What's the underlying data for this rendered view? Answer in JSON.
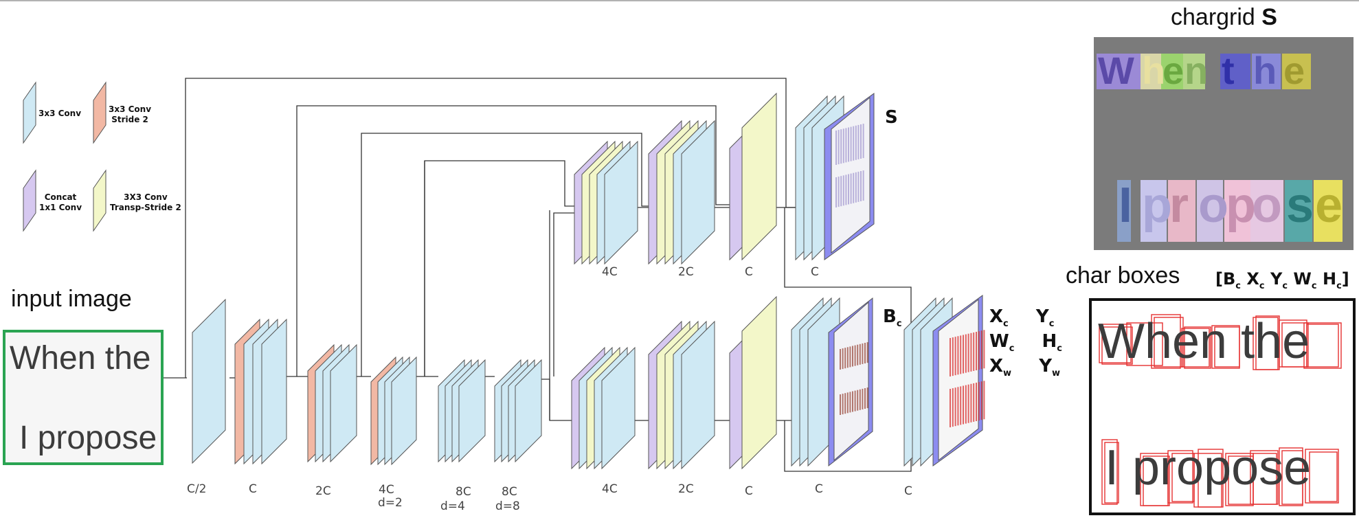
{
  "legend": {
    "conv3x3": "3x3 Conv",
    "conv_stride2": [
      "3x3 Conv",
      "Stride 2"
    ],
    "concat": [
      "Concat",
      "1x1 Conv"
    ],
    "transp": [
      "3X3 Conv",
      "Transp-Stride 2"
    ]
  },
  "input": {
    "title": "input image",
    "line1": "When the",
    "line2": "I propose"
  },
  "encoder_labels": [
    {
      "top": "C/2",
      "bottom": ""
    },
    {
      "top": "C",
      "bottom": ""
    },
    {
      "top": "2C",
      "bottom": ""
    },
    {
      "top": "4C",
      "bottom": "d=2"
    },
    {
      "top": "8C",
      "bottom": "d=4"
    },
    {
      "top": "8C",
      "bottom": "d=8"
    }
  ],
  "decoder_labels": {
    "top": [
      "4C",
      "2C",
      "C",
      "C"
    ],
    "bottom": [
      "4C",
      "2C",
      "C",
      "C",
      "C"
    ]
  },
  "outputs": {
    "s_label": "S",
    "b_label": "B",
    "b_sub": "c",
    "reg": [
      {
        "a": "X",
        "a_sub": "c",
        "b": "Y",
        "b_sub": "c"
      },
      {
        "a": "W",
        "a_sub": "c",
        "b": "H",
        "b_sub": "c"
      },
      {
        "a": "X",
        "a_sub": "w",
        "b": "Y",
        "b_sub": "w"
      }
    ]
  },
  "chargrid": {
    "title": "chargrid",
    "title_bold": "S",
    "line1": [
      "W",
      "h",
      "e",
      "n",
      "t",
      "h",
      "e"
    ],
    "line2": [
      "I",
      "p",
      "r",
      "o",
      "p",
      "o",
      "s",
      "e"
    ]
  },
  "charboxes": {
    "title": "char boxes",
    "bracket_open": "[",
    "terms": [
      {
        "v": "B",
        "s": "c"
      },
      {
        "v": "X",
        "s": "c"
      },
      {
        "v": "Y",
        "s": "c"
      },
      {
        "v": "W",
        "s": "c"
      },
      {
        "v": "H",
        "s": "c"
      }
    ],
    "bracket_close": "]",
    "line1": "When the",
    "line2": "I propose"
  },
  "colors": {
    "conv": "#cfe9f4",
    "stride": "#f2b8a4",
    "concat": "#d6c8f0",
    "transp": "#f3f7c9",
    "outcard": "#8c8cf0",
    "input_border": "#2aa452",
    "box_red": "#e53030"
  }
}
